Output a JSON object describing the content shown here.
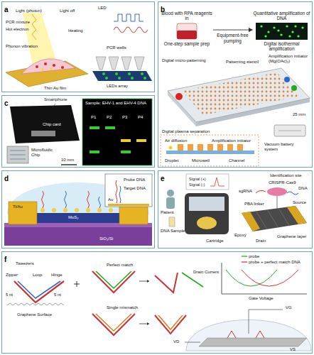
{
  "diagram": {
    "nodes": [
      {
        "text": [
          "a"
        ]
      },
      {
        "text": [
          "b"
        ]
      },
      {
        "text": [
          "c"
        ]
      },
      {
        "text": [
          "d"
        ]
      },
      {
        "text": [
          "e"
        ]
      },
      {
        "text": [
          "f"
        ]
      },
      {
        "text": [
          "Blood with RPA reagents in",
          "One-step sample prep"
        ],
        "in": 1
      },
      {
        "text": [
          "Quantitative amplification of DNA",
          "Digital isothermal amplification"
        ],
        "in": 1
      }
    ],
    "edges": [
      {
        "from": 6,
        "to": 7,
        "arrow": "to",
        "label": "Equipment-free pumping"
      }
    ],
    "labels": [
      "Light (photon)",
      "Light off",
      "LED",
      "PCR mixture",
      "Hot electron",
      "Heating",
      "Phonon vibration",
      "PCR wells",
      "Thin Au film",
      "LEDs array",
      "Digital micro-patterning",
      "Patterning stencil",
      "Amplification initiator (Mg(OAc)₂)",
      "25 mm",
      "Digital plasma separation",
      "Air diffusion",
      "Amplification initiator",
      "Droplet",
      "Microwell",
      "Channel",
      "Vacuum battery system",
      "Smartphone",
      "Chip card",
      "Microfluidic Chip",
      "10 mm",
      "Sample: EHV-1 and EHV-4 DNA",
      "P1",
      "P2",
      "P3",
      "P4",
      "Ti/Au",
      "MoS₂",
      "SiO₂/Si",
      "Probe DNA",
      "Target DNA",
      "Au",
      "Signal (+)",
      "Signal (-)",
      "Patient",
      "DNA Sample",
      "Cartridge",
      "Identification site",
      "CRISPR-Cas9",
      "sgRNA",
      "DNA",
      "PBA linker",
      "Source",
      "Epoxy",
      "Drain",
      "Graphene layer",
      "Tweezers",
      "Zipper",
      "Loop",
      "Hinge",
      "5 nt",
      "5 nt",
      "Graphene Surface",
      "Perfect match",
      "Single mismatch",
      "probe",
      "probe + perfect match DNA",
      "Drain Current",
      "Gate Voltage",
      "VG",
      "VD",
      "VS"
    ]
  }
}
